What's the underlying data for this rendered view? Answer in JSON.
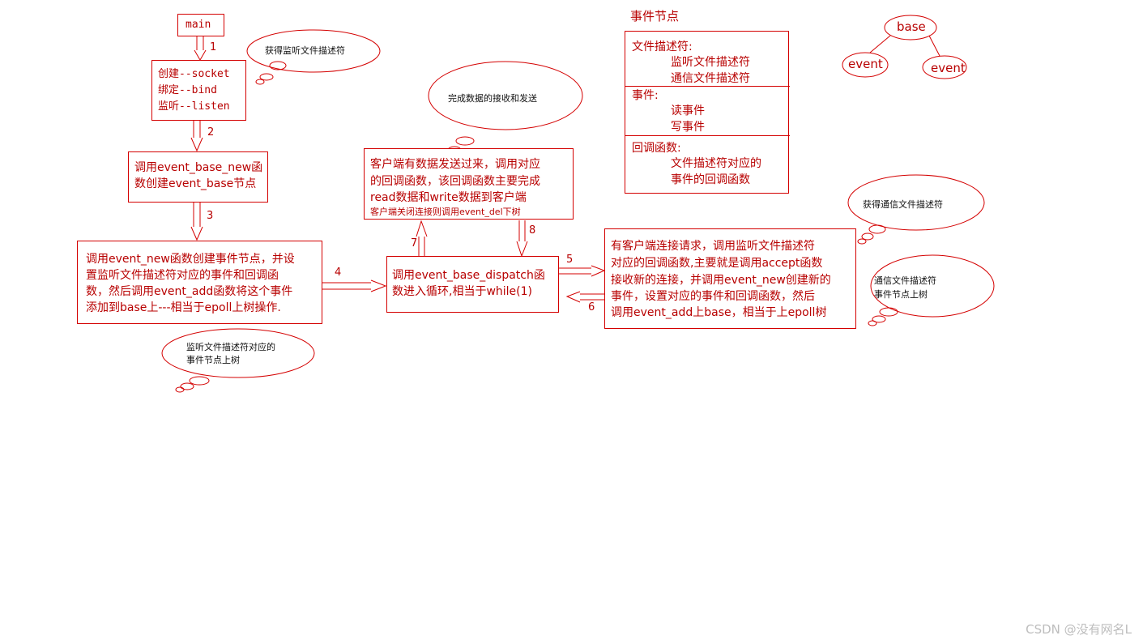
{
  "boxes": {
    "main": "main",
    "step1": [
      "创建--socket",
      "绑定--bind",
      "监听--listen"
    ],
    "step2": [
      "调用event_base_new函",
      "数创建event_base节点"
    ],
    "step3": [
      "调用event_new函数创建事件节点，并设",
      "置监听文件描述符对应的事件和回调函",
      "数，然后调用event_add函数将这个事件",
      "添加到base上---相当于epoll上树操作."
    ],
    "dispatch": [
      "调用event_base_dispatch函",
      "数进入循环,相当于while(1)"
    ],
    "read_write": [
      "客户端有数据发送过来，调用对应",
      "的回调函数，该回调函数主要完成",
      "read数据和write数据到客户端"
    ],
    "read_write_note": "客户端关闭连接则调用event_del下树",
    "accept": [
      "有客户端连接请求，调用监听文件描述符",
      "对应的回调函数,主要就是调用accept函数",
      "接收新的连接，并调用event_new创建新的",
      "事件，设置对应的事件和回调函数，然后",
      "调用event_add上base，相当于上epoll树"
    ]
  },
  "event_node": {
    "title": "事件节点",
    "fd_header": "文件描述符:",
    "fd_items": [
      "监听文件描述符",
      "通信文件描述符"
    ],
    "event_header": "事件:",
    "event_items": [
      "读事件",
      "写事件"
    ],
    "callback_header": "回调函数:",
    "callback_items": [
      "文件描述符对应的",
      "事件的回调函数"
    ]
  },
  "tree": {
    "root": "base",
    "left": "event",
    "right": "event"
  },
  "bubbles": {
    "get_listen_fd": "获得监听文件描述符",
    "complete_io": "完成数据的接收和发送",
    "get_comm_fd": "获得通信文件描述符",
    "comm_fd_on_tree": [
      "通信文件描述符",
      "事件节点上树"
    ],
    "listen_fd_on_tree": [
      "监听文件描述符对应的",
      "事件节点上树"
    ]
  },
  "step_numbers": [
    "1",
    "2",
    "3",
    "4",
    "5",
    "6",
    "7",
    "8"
  ],
  "watermark": "CSDN @没有网名L",
  "colors": {
    "line": "#d40000",
    "text": "#b80000"
  }
}
